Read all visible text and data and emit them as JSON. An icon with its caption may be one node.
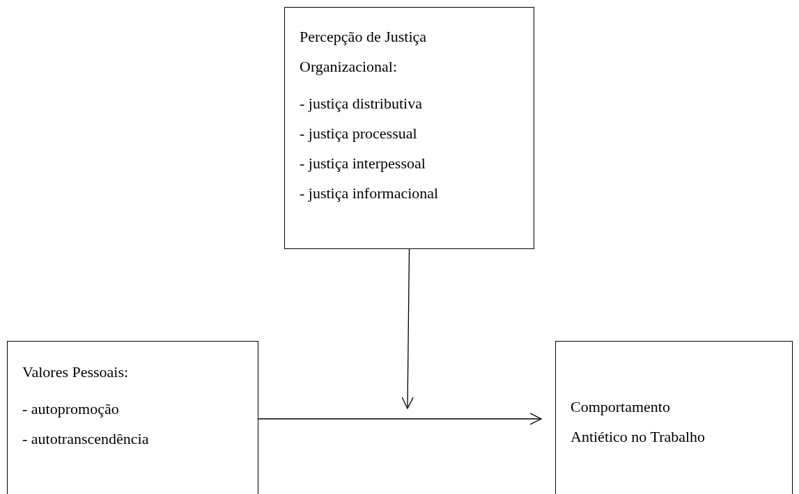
{
  "diagram": {
    "nodes": [
      {
        "text": [
          "Percepção de Justiça Organizacional:",
          "- justiça distributiva",
          "- justiça processual",
          "- justiça interpessoal",
          "- justiça informacional"
        ]
      },
      {
        "text": [
          "Valores Pessoais:",
          "- autopromoção",
          "- autotranscendência"
        ]
      },
      {
        "text": [
          "Comportamento Antiético no Trabalho"
        ]
      }
    ],
    "edges": [
      {
        "from": 0,
        "to": null,
        "arrow": "to"
      },
      {
        "from": 1,
        "to": 2,
        "arrow": "to"
      }
    ]
  }
}
